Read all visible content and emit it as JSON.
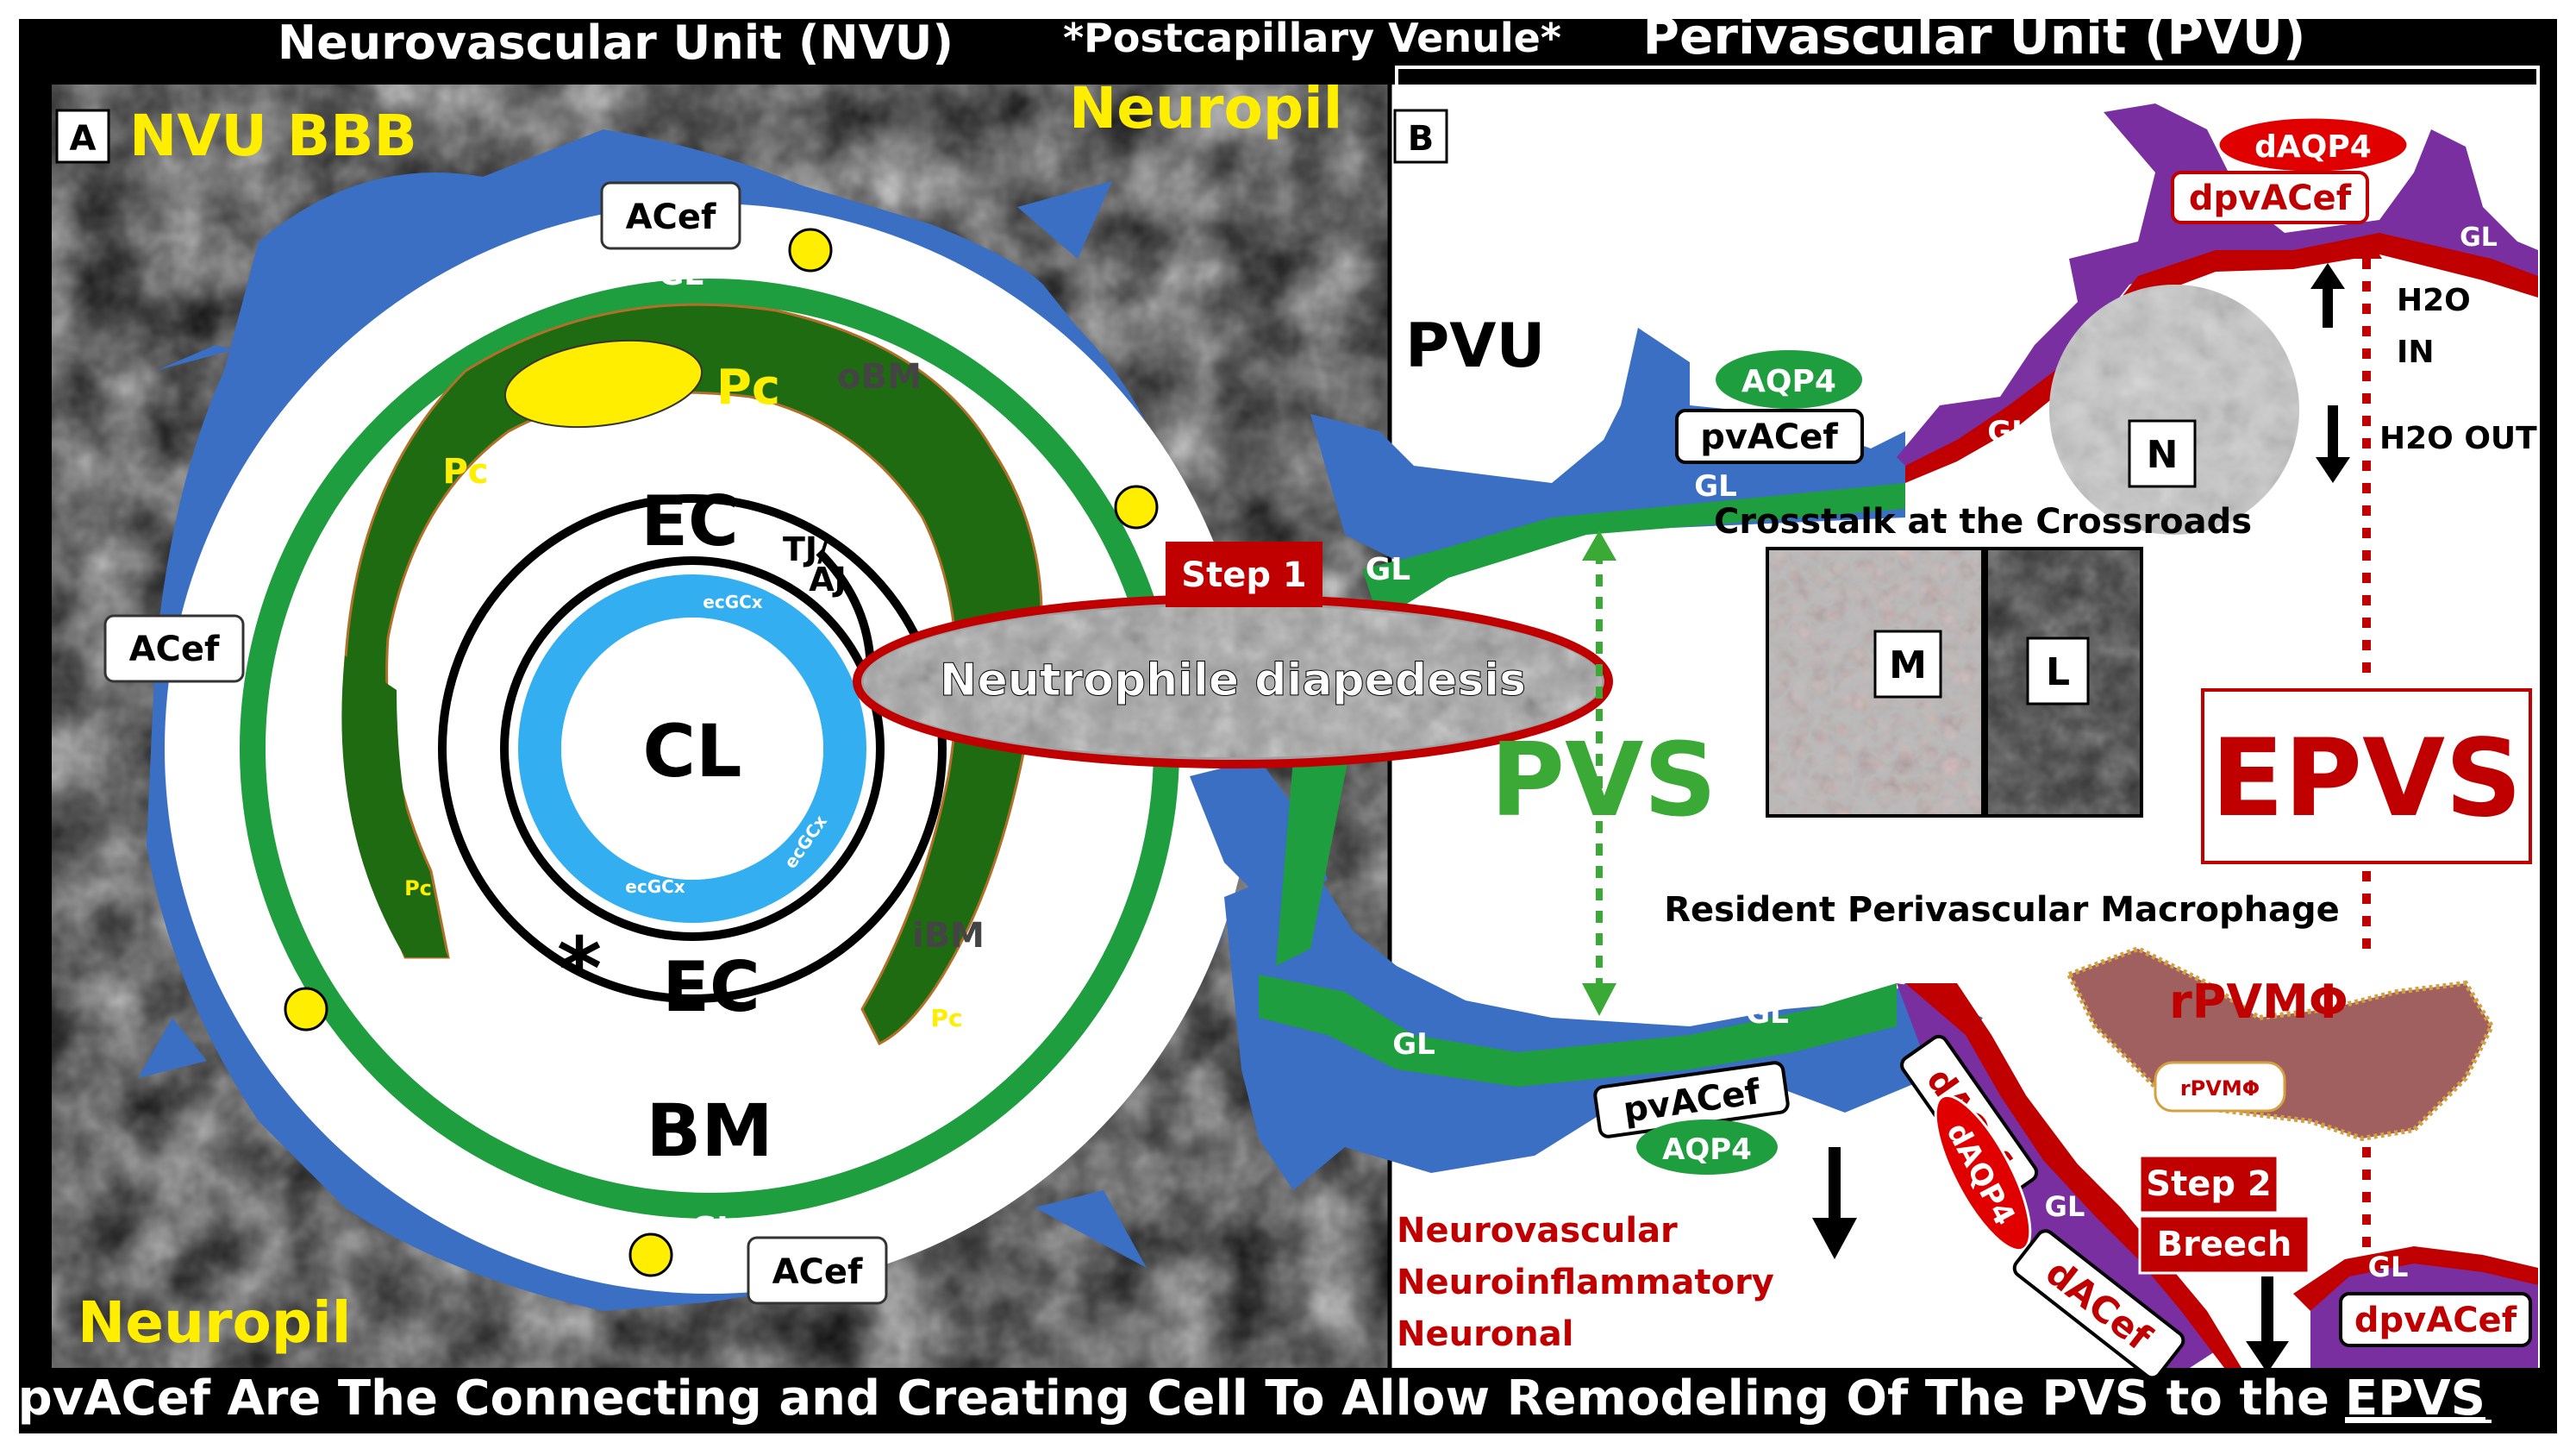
{
  "header": {
    "left_title": "Neurovascular Unit (NVU)",
    "center_title": "*Postcapillary Venule*",
    "right_title": "Perivascular Unit (PVU)"
  },
  "footer": {
    "caption_main": "pvACef Are The Connecting and Creating Cell To Allow Remodeling Of  The PVS to the",
    "caption_end": "EPVS"
  },
  "panel_a": {
    "letter": "A",
    "title": "NVU BBB",
    "neuropil_top": "Neuropil",
    "neuropil_bottom": "Neuropil",
    "acef_top": "ACef",
    "acef_left": "ACef",
    "acef_bottom": "ACef",
    "gl_top": "GL",
    "gl_bottom": "GL",
    "obm": "oBM",
    "ibm": "iBM",
    "pc_large": "Pc",
    "pc_left": "Pc",
    "pc_small_left": "Pc",
    "pc_small_right": "Pc",
    "ec_top": "EC",
    "ec_bottom": "EC",
    "tj_aj_1": "TJ/",
    "tj_aj_2": "AJ",
    "cl": "CL",
    "ecgcx": "ecGCx",
    "bm": "BM",
    "asterisk": "*"
  },
  "center": {
    "step1": "Step 1",
    "diapedesis": "Neutrophile diapedesis",
    "gl": "GL"
  },
  "panel_b": {
    "letter": "B",
    "pvu": "PVU",
    "aqp4_top": "AQP4",
    "pvacef_top": "pvACef",
    "gl_top": "GL",
    "gl_right_top": "GL",
    "gl_n": "GL",
    "daqp4_top": "dAQP4",
    "dpvacef_top": "dpvACef",
    "n": "N",
    "h2o_in_1": "H2O",
    "h2o_in_2": "IN",
    "h2o_out": "H2O OUT",
    "crosstalk": "Crosstalk at the Crossroads",
    "m": "M",
    "l": "L",
    "pvs": "PVS",
    "epvs": "EPVS",
    "resident": "Resident Perivascular Macrophage",
    "rpvm_big": "rPVMΦ",
    "rpvm_small": "rPVMΦ",
    "gl_bottom_left": "GL",
    "gl_bottom_mid": "GL",
    "pvacef_bottom": "pvACef",
    "aqp4_bottom": "AQP4",
    "dacef_1": "dACef",
    "daqp4_bottom": "dAQP4",
    "gl_bottom_right": "GL",
    "step2": "Step 2",
    "breech": "Breech",
    "dacef_2": "dACef",
    "gl_far_right": "GL",
    "dpvacef_bottom": "dpvACef",
    "nv_1": "Neurovascular",
    "nv_2": "Neuroinflammatory",
    "nv_3": "Neuronal"
  },
  "colors": {
    "frame": "#000000",
    "astrocyte_blue": "#3a6fc4",
    "gl_green": "#1e9e3e",
    "pericyte_green": "#1f6b12",
    "endfoot_yellow": "#ffee00",
    "glycocalyx_cyan": "#33aef0",
    "red": "#c00000",
    "purple": "#7a2fa0",
    "pvs_green": "#3aa935"
  }
}
